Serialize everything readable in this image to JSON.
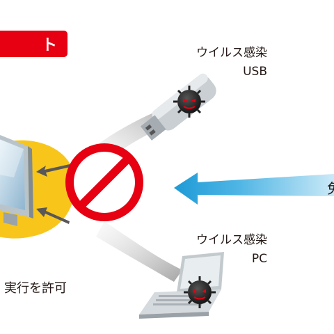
{
  "header": {
    "label": "ト"
  },
  "sources": {
    "usb": {
      "line1": "ウイルス感染",
      "line2": "USB"
    },
    "pc": {
      "line1": "ウイルス感染",
      "line2": "PC"
    }
  },
  "allow_label": "実行を許可",
  "edge_label": "免",
  "icons": {
    "block": "prohibition-icon",
    "usb": "usb-drive-icon",
    "laptop": "laptop-icon",
    "virus": "virus-icon",
    "monitor": "monitor-icon"
  },
  "colors": {
    "brand_red": "#e60012",
    "shield_yellow": "#f8c61b",
    "arrow_blue": "#2fa8e0",
    "text": "#231815"
  }
}
